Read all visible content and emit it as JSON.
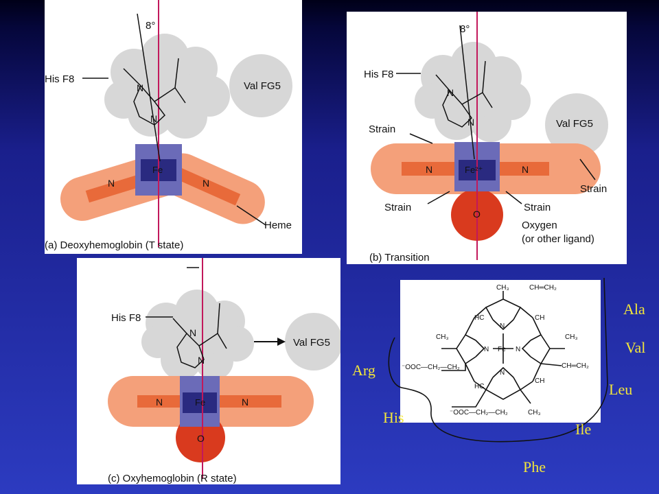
{
  "colors": {
    "heme": "#f4a07a",
    "heme_core": "#e86a3a",
    "iron": "#6b6bb8",
    "iron_core": "#2a2a80",
    "oxygen": "#d93a1e",
    "protein": "#d7d7d7",
    "axis": "#c2185b"
  },
  "panel_a": {
    "angle": "8°",
    "his": "His F8",
    "val": "Val FG5",
    "n1": "N",
    "n2": "N",
    "n3": "N",
    "n4": "N",
    "fe": "Fe",
    "heme": "Heme",
    "caption": "(a) Deoxyhemoglobin (T state)"
  },
  "panel_b": {
    "angle": "8°",
    "his": "His F8",
    "val": "Val FG5",
    "n1": "N",
    "n2": "N",
    "n3": "N",
    "n4": "N",
    "fe": "Fe²⁺",
    "o": "O",
    "strain1": "Strain",
    "strain2": "Strain",
    "strain3": "Strain",
    "strain4": "Strain",
    "oxygen": "Oxygen",
    "ligand": "(or other ligand)",
    "caption": "(b) Transition"
  },
  "panel_c": {
    "his": "His F8",
    "val": "Val FG5",
    "n1": "N",
    "n2": "N",
    "n3": "N",
    "n4": "N",
    "fe": "Fe",
    "o": "O",
    "caption": "(c) Oxyhemoglobin (R state)"
  },
  "porphyrin": {
    "ch3": "CH₃",
    "vinyl": "CH═CH₂",
    "hc": "HC",
    "ch": "CH",
    "n": "N",
    "fe": "Fe",
    "propionate_1": "⁻OOC—CH₂—CH₂",
    "propionate_2": "⁻OOC—CH₂—CH₂"
  },
  "residues": {
    "ala": "Ala",
    "val": "Val",
    "leu": "Leu",
    "ile": "Ile",
    "phe": "Phe",
    "his": "His",
    "arg": "Arg"
  }
}
